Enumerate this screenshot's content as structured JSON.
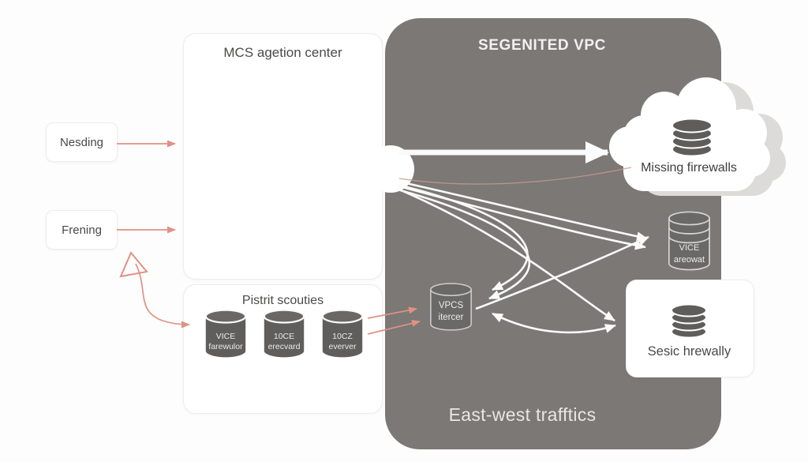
{
  "diagram": {
    "left_inputs": [
      {
        "label": "Nesding"
      },
      {
        "label": "Frening"
      }
    ],
    "mcs_box": {
      "title": "MCS agetion center"
    },
    "pistrit_box": {
      "title": "Pistrit scouties",
      "cylinders": [
        {
          "line1": "VICE",
          "line2": "farewulor"
        },
        {
          "line1": "10CE",
          "line2": "erecvard"
        },
        {
          "line1": "10CZ",
          "line2": "everver"
        }
      ]
    },
    "vpc": {
      "title": "SEGENITED VPC",
      "footer": "East-west trafftics",
      "vpcs_cylinder": {
        "line1": "VPCS",
        "line2": "itercer"
      },
      "vice_cylinder": {
        "line1": "VICE",
        "line2": "areowat"
      }
    },
    "cloud": {
      "label": "Missing firrewalls"
    },
    "sesic_box": {
      "label": "Sesic hrewally"
    },
    "colors": {
      "vpc_bg": "#7b7875",
      "cylinder_fill": "#615f5e",
      "salmon_arrow": "#e09184",
      "white_arrow": "#fafafa",
      "box_border": "#ececea"
    }
  }
}
